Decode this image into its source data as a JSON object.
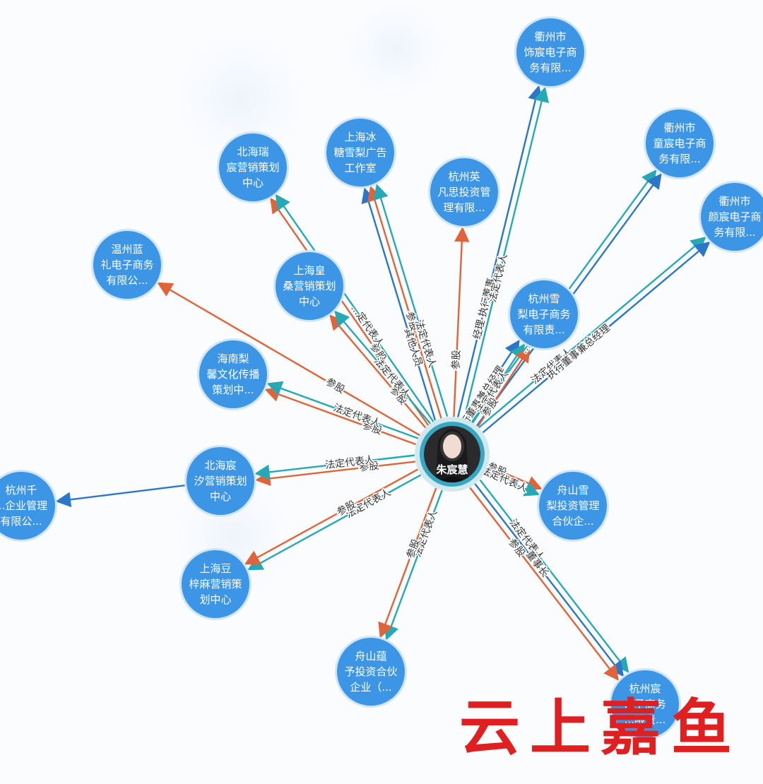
{
  "center": {
    "id": "center",
    "label": "朱宸慧"
  },
  "colors": {
    "node": "#3d95e6",
    "nodeRing": "#cfe5f8",
    "shareholding": "#e0643a",
    "legalRep": "#27a9b5",
    "executive": "#2c76c9",
    "centerRing": "#3aa7c2"
  },
  "nodes": [
    {
      "id": "n1",
      "lines": [
        "衢州市",
        "饰宸电子商",
        "务有限..."
      ]
    },
    {
      "id": "n2",
      "lines": [
        "衢州市",
        "童宸电子商",
        "务有限..."
      ]
    },
    {
      "id": "n3",
      "lines": [
        "衢州市",
        "颜宸电子商",
        "务有限..."
      ]
    },
    {
      "id": "n4",
      "lines": [
        "上海冰",
        "糖雪梨广告",
        "工作室"
      ]
    },
    {
      "id": "n5",
      "lines": [
        "北海瑞",
        "宸营销策划",
        "中心"
      ]
    },
    {
      "id": "n6",
      "lines": [
        "杭州英",
        "凡思投资管",
        "理有限..."
      ]
    },
    {
      "id": "n7",
      "lines": [
        "温州蓝",
        "礼电子商务",
        "有限公..."
      ]
    },
    {
      "id": "n8",
      "lines": [
        "上海皇",
        "桑营销策划",
        "中心"
      ]
    },
    {
      "id": "n9",
      "lines": [
        "杭州雪",
        "梨电子商务",
        "有限责..."
      ]
    },
    {
      "id": "n10",
      "lines": [
        "海南梨",
        "馨文化传播",
        "策划中..."
      ]
    },
    {
      "id": "n11",
      "lines": [
        "北海宸",
        "汐营销策划",
        "中心"
      ]
    },
    {
      "id": "n12",
      "lines": [
        "杭州千",
        "...企业管理",
        "有限公..."
      ]
    },
    {
      "id": "n13",
      "lines": [
        "舟山雪",
        "梨投资管理",
        "合伙企..."
      ]
    },
    {
      "id": "n14",
      "lines": [
        "上海豆",
        "梓麻营销策",
        "划中心"
      ]
    },
    {
      "id": "n15",
      "lines": [
        "舟山蕴",
        "予投资合伙",
        "企业（..."
      ]
    },
    {
      "id": "n16",
      "lines": [
        "杭州宸",
        "...子商务",
        "...限责..."
      ]
    }
  ],
  "edges": [
    {
      "from": "center",
      "to": "n1",
      "type": "executive",
      "label": "经理 执行董事"
    },
    {
      "from": "center",
      "to": "n1",
      "type": "legalRep",
      "label": "法定代表人"
    },
    {
      "from": "center",
      "to": "n2",
      "type": "legalRep",
      "label": "...表人"
    },
    {
      "from": "center",
      "to": "n2",
      "type": "executive",
      "label": "...行董事"
    },
    {
      "from": "center",
      "to": "n3",
      "type": "legalRep",
      "label": "法定代表人"
    },
    {
      "from": "center",
      "to": "n3",
      "type": "executive",
      "label": "执行董事兼总经理"
    },
    {
      "from": "center",
      "to": "n4",
      "type": "executive",
      "label": "其他人员"
    },
    {
      "from": "center",
      "to": "n4",
      "type": "shareholding",
      "label": "参股"
    },
    {
      "from": "center",
      "to": "n4",
      "type": "legalRep",
      "label": "法定代表人"
    },
    {
      "from": "center",
      "to": "n5",
      "type": "shareholding",
      "label": "参股"
    },
    {
      "from": "center",
      "to": "n5",
      "type": "legalRep",
      "label": "...定代表人"
    },
    {
      "from": "center",
      "to": "n6",
      "type": "shareholding",
      "label": "参股"
    },
    {
      "from": "center",
      "to": "n7",
      "type": "shareholding",
      "label": "参股"
    },
    {
      "from": "center",
      "to": "n8",
      "type": "shareholding",
      "label": "参股"
    },
    {
      "from": "center",
      "to": "n8",
      "type": "legalRep",
      "label": "法定代表人"
    },
    {
      "from": "center",
      "to": "n9",
      "type": "executive",
      "label": "执行董事兼总经理"
    },
    {
      "from": "center",
      "to": "n9",
      "type": "legalRep",
      "label": "法定代表人"
    },
    {
      "from": "center",
      "to": "n9",
      "type": "shareholding",
      "label": "参股"
    },
    {
      "from": "center",
      "to": "n10",
      "type": "shareholding",
      "label": "参股"
    },
    {
      "from": "center",
      "to": "n10",
      "type": "legalRep",
      "label": "法定代表人"
    },
    {
      "from": "center",
      "to": "n11",
      "type": "shareholding",
      "label": "参股"
    },
    {
      "from": "center",
      "to": "n11",
      "type": "legalRep",
      "label": "法定代表人"
    },
    {
      "from": "n11",
      "to": "n12",
      "type": "executive",
      "label": ""
    },
    {
      "from": "center",
      "to": "n13",
      "type": "shareholding",
      "label": "参股"
    },
    {
      "from": "center",
      "to": "n13",
      "type": "legalRep",
      "label": "法定代表人"
    },
    {
      "from": "center",
      "to": "n14",
      "type": "legalRep",
      "label": "法定代表人"
    },
    {
      "from": "center",
      "to": "n14",
      "type": "shareholding",
      "label": "参股"
    },
    {
      "from": "center",
      "to": "n15",
      "type": "legalRep",
      "label": "法定代表人"
    },
    {
      "from": "center",
      "to": "n15",
      "type": "shareholding",
      "label": "参股"
    },
    {
      "from": "center",
      "to": "n16",
      "type": "legalRep",
      "label": "法定代表人"
    },
    {
      "from": "center",
      "to": "n16",
      "type": "executive",
      "label": "董事长"
    },
    {
      "from": "center",
      "to": "n16",
      "type": "shareholding",
      "label": "参股"
    }
  ],
  "watermark": {
    "text": "云上嘉鱼"
  }
}
